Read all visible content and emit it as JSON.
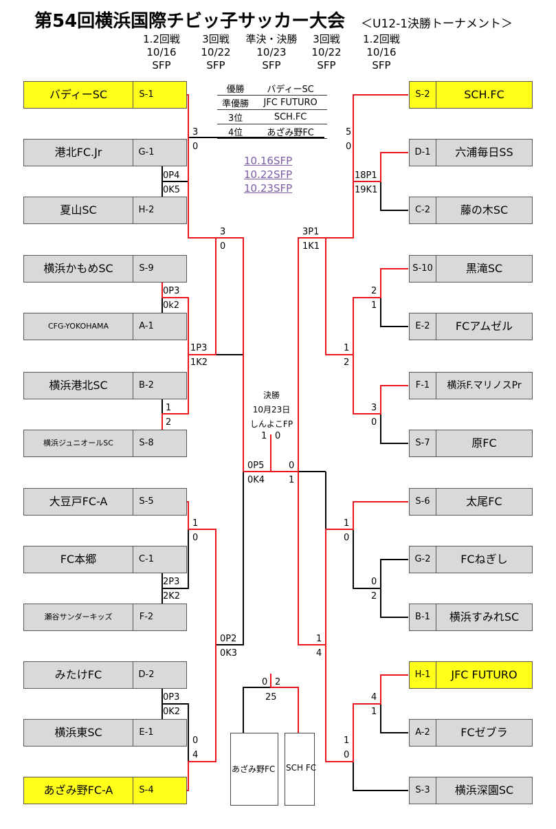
{
  "title": "第54回横浜国際チビッ子サッカー大会",
  "subtitle": "＜U12-1決勝トーナメント＞",
  "rounds": [
    {
      "round": "1.2回戦",
      "date": "10/16",
      "venue": "SFP"
    },
    {
      "round": "3回戦",
      "date": "10/22",
      "venue": "SFP"
    },
    {
      "round": "準決・決勝",
      "date": "10/23",
      "venue": "SFP"
    },
    {
      "round": "3回戦",
      "date": "10/22",
      "venue": "SFP"
    },
    {
      "round": "1.2回戦",
      "date": "10/16",
      "venue": "SFP"
    }
  ],
  "results": [
    {
      "place": "優勝",
      "team": "バディーSC"
    },
    {
      "place": "準優勝",
      "team": "JFC FUTURO"
    },
    {
      "place": "3位",
      "team": "SCH.FC"
    },
    {
      "place": "4位",
      "team": "あざみ野FC"
    }
  ],
  "links": [
    "10.16SFP",
    "10.22SFP",
    "10.23SFP"
  ],
  "final": {
    "label": "決勝",
    "date": "10月23日",
    "venue": "しんよこFP"
  },
  "left_teams": [
    {
      "name": "バディーSC",
      "seed": "S-1",
      "winner": true
    },
    {
      "name": "港北FC.Jr",
      "seed": "G-1",
      "winner": false
    },
    {
      "name": "夏山SC",
      "seed": "H-2",
      "winner": false
    },
    {
      "name": "横浜かもめSC",
      "seed": "S-9",
      "winner": false
    },
    {
      "name": "CFG-YOKOHAMA",
      "seed": "A-1",
      "winner": false
    },
    {
      "name": "横浜港北SC",
      "seed": "B-2",
      "winner": false
    },
    {
      "name": "横浜ジュニオールSC",
      "seed": "S-8",
      "winner": false
    },
    {
      "name": "大豆戸FC-A",
      "seed": "S-5",
      "winner": false
    },
    {
      "name": "FC本郷",
      "seed": "C-1",
      "winner": false
    },
    {
      "name": "瀬谷サンダーキッズ",
      "seed": "F-2",
      "winner": false
    },
    {
      "name": "みたけFC",
      "seed": "D-2",
      "winner": false
    },
    {
      "name": "横浜東SC",
      "seed": "E-1",
      "winner": false
    },
    {
      "name": "あざみ野FC-A",
      "seed": "S-4",
      "winner": true
    }
  ],
  "right_teams": [
    {
      "name": "SCH.FC",
      "seed": "S-2",
      "winner": true
    },
    {
      "name": "六浦毎日SS",
      "seed": "D-1",
      "winner": false
    },
    {
      "name": "藤の木SC",
      "seed": "C-2",
      "winner": false
    },
    {
      "name": "黒滝SC",
      "seed": "S-10",
      "winner": false
    },
    {
      "name": "FCアムゼル",
      "seed": "E-2",
      "winner": false
    },
    {
      "name": "横浜F.マリノスPr",
      "seed": "F-1",
      "winner": false
    },
    {
      "name": "原FC",
      "seed": "S-7",
      "winner": false
    },
    {
      "name": "太尾FC",
      "seed": "S-6",
      "winner": false
    },
    {
      "name": "FCねぎし",
      "seed": "G-2",
      "winner": false
    },
    {
      "name": "横浜すみれSC",
      "seed": "B-1",
      "winner": false
    },
    {
      "name": "JFC FUTURO",
      "seed": "H-1",
      "winner": true
    },
    {
      "name": "FCゼブラ",
      "seed": "A-2",
      "winner": false
    },
    {
      "name": "横浜深園SC",
      "seed": "S-3",
      "winner": false
    }
  ],
  "scores": {
    "l1a": "3",
    "l1b": "0",
    "l2a": "0P4",
    "l2b": "0K5",
    "l3a": "0P3",
    "l3b": "0k2",
    "l4a": "1",
    "l4b": "2",
    "l5a": "1P3",
    "l5b": "1K2",
    "l6a": "3",
    "l6b": "0",
    "l7a": "1",
    "l7b": "0",
    "l8a": "2P3",
    "l8b": "2K2",
    "l9a": "0P3",
    "l9b": "0K2",
    "l10a": "0",
    "l10b": "4",
    "l11a": "0P2",
    "l11b": "0K3",
    "l12a": "0P5",
    "l12b": "0K4",
    "r1a": "5",
    "r1b": "0",
    "r2a": "18P1",
    "r2b": "19K1",
    "r3a": "2",
    "r3b": "1",
    "r4a": "3",
    "r4b": "0",
    "r5a": "1",
    "r5b": "2",
    "r6a": "3P1",
    "r6b": "1K1",
    "r7a": "1",
    "r7b": "0",
    "r8a": "0",
    "r8b": "2",
    "r9a": "4",
    "r9b": "1",
    "r10a": "1",
    "r10b": "0",
    "r11a": "1",
    "r11b": "4",
    "r12a": "0",
    "r12b": "1",
    "fa": "1",
    "fb": "0",
    "ta": "0",
    "tb": "2",
    "tc": "25"
  },
  "third_place": {
    "left": "あざみ野FC",
    "right": "SCH FC"
  },
  "colors": {
    "winner_bg": "#ffff1a",
    "team_bg": "#d9d9d9",
    "win_line": "#e8141c",
    "line": "#000000",
    "link": "#7b5aa6"
  }
}
